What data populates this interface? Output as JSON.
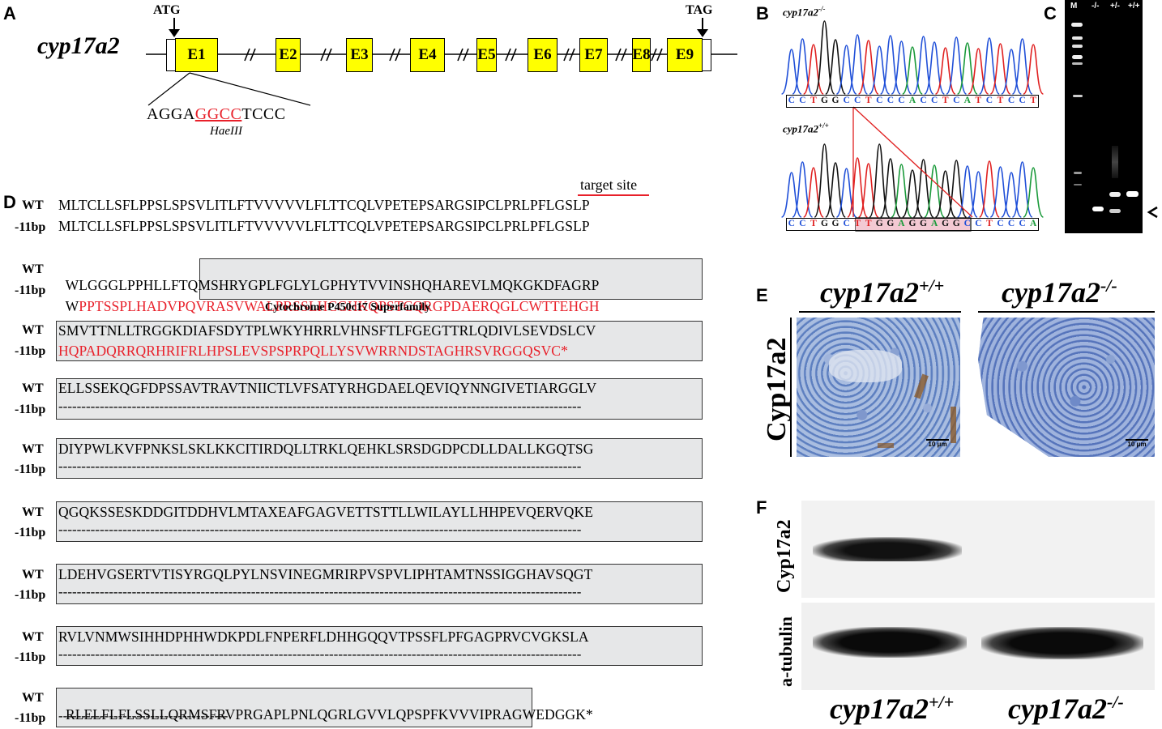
{
  "panels": {
    "a": "A",
    "b": "B",
    "c": "C",
    "d": "D",
    "e": "E",
    "f": "F"
  },
  "panel_a": {
    "gene": "cyp17a2",
    "start_codon": "ATG",
    "stop_codon": "TAG",
    "exons": [
      "E1",
      "E2",
      "E3",
      "E4",
      "E5",
      "E6",
      "E7",
      "E8",
      "E9"
    ],
    "target_seq_prefix": "AGGA",
    "target_seq_site": "GGCC",
    "target_seq_suffix": "TCCC",
    "enzyme": "HaeIII"
  },
  "panel_b": {
    "mutant_label": "cyp17a2",
    "mutant_sup": "-/-",
    "wt_label": "cyp17a2",
    "wt_sup": "+/+",
    "mutant_seq": [
      "C",
      "C",
      "T",
      "G",
      "G",
      "C",
      "C",
      "T",
      "C",
      "C",
      "C",
      "A",
      "C",
      "C",
      "T",
      "C",
      "A",
      "T",
      "C",
      "T",
      "C",
      "C",
      "T"
    ],
    "wt_seq": [
      "C",
      "C",
      "T",
      "G",
      "G",
      "C",
      "T",
      "T",
      "G",
      "G",
      "A",
      "G",
      "G",
      "A",
      "G",
      "G",
      "C",
      "C",
      "T",
      "C",
      "C",
      "C",
      "A"
    ],
    "base_colors": {
      "A": "#1a9a3a",
      "C": "#1f4fd8",
      "G": "#111111",
      "T": "#e02020"
    }
  },
  "panel_c": {
    "lanes": [
      "M",
      "-/-",
      "+/-",
      "+/+"
    ]
  },
  "panel_d": {
    "target_label": "target site",
    "wt_label": "WT",
    "mut_label": "-11bp",
    "superfamily_label": "Cytochrome P450c17 Superfamily",
    "rows": [
      {
        "wt": "MLTCLLSFLPPSLSPSVLITLFTVVVVVLFLTTCQLVPETEPSARGSIPCLPRLPFLGSLP",
        "mut": "MLTCLLSFLPPSLSPSVLITLFTVVVVVLFLTTCQLVPETEPSARGSIPCLPRLPFLGSLP"
      },
      {
        "wt_pre": "WLGGGLPPHLLFTQMSHR",
        "wt_box": "YGPLFGLYLGPHYTVVINSHQHAREVLMQKGKDFAGRP",
        "mut_pre": "W",
        "mut_red_pre": "PPTSSPLHADVPQVRAS",
        "mut_red_box": "VWALPRSSLHCGHKQPSTCQRGPDAERQGLCWTTEHGH"
      },
      {
        "wt": "SMVTTNLLTRGGKDIAFSDYTPLWKYHRRLVHNSFTLFGEGTTRLQDIVLSEVDSLCV",
        "mut": "HQPADQRRQRHRIFRLHPSLEVSPSPRPQLLYSVWRRNDSTAGHRSVRGGQSVC*"
      },
      {
        "wt": "ELLSSEKQGFDPSSAVTRAVTNIICTLVFSATYRHGDAELQEVIQYNNGIVETIARGGLV"
      },
      {
        "wt": "DIYPWLKVFPNKSLSKLKKCITIRDQLLTRKLQEHKLSRSDGDPCDLLDALLKGQTSG"
      },
      {
        "wt": "QGQKSSESKDDGITDDHVLMTAXEAFGAGVETTSTTLLWILAYLLHHPEVQERVQKE"
      },
      {
        "wt": "LDEHVGSERTVTISYRGQLPYLNSVINEGMRIRPVSPVLIPHTAMTNSSIGGHAVSQGT"
      },
      {
        "wt": "RVLVNMWSIHHDPHHWDKPDLFNPERFLDHHGQQVTPSSFLPFGAGPRVCVGKSLA"
      },
      {
        "wt_box": "RLELFLFLSSLLQRMSFRVPRGAPLPNLQGRLGVVLQPSPFKV",
        "wt_post": "VVIPRAGWEDGGK*"
      }
    ]
  },
  "panel_e": {
    "wt_title": "cyp17a2",
    "wt_sup": "+/+",
    "ko_title": "cyp17a2",
    "ko_sup": "-/-",
    "protein": "Cyp17a2",
    "scale_bar": "10 μm"
  },
  "panel_f": {
    "protein": "Cyp17a2",
    "loading": "a-tubulin",
    "wt_label": "cyp17a2",
    "wt_sup": "+/+",
    "ko_label": "cyp17a2",
    "ko_sup": "-/-"
  }
}
